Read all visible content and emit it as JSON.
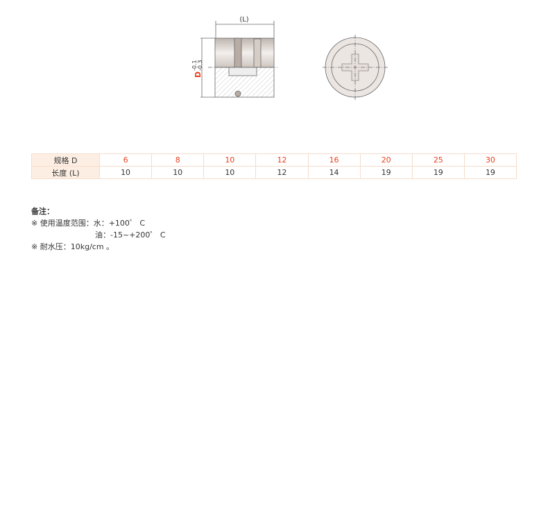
{
  "drawing": {
    "length_label": "(L)",
    "diameter_label": "D",
    "tolerance_upper": "-0.1",
    "tolerance_lower": "-0.3",
    "accent": "#e8401c"
  },
  "table": {
    "row1_header": "规格 D",
    "row2_header": "长度 (L)",
    "sizes": [
      "6",
      "8",
      "10",
      "12",
      "16",
      "20",
      "25",
      "30"
    ],
    "lengths": [
      "10",
      "10",
      "10",
      "12",
      "14",
      "19",
      "19",
      "19"
    ]
  },
  "notes": {
    "title": "备注：",
    "line1": "※ 使用温度范围：水：+100゜ C",
    "line2": "油：-15~+200゜ C",
    "line3": "※ 耐水压：10kg/cm 。"
  }
}
